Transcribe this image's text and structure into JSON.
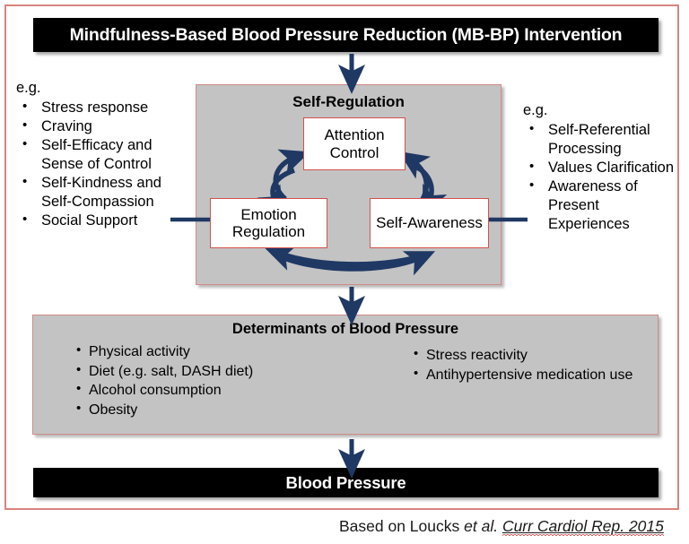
{
  "diagram": {
    "title": "Mindfulness-Based Blood Pressure Reduction (MB-BP) Intervention",
    "outcome": "Blood Pressure",
    "self_regulation": {
      "heading": "Self-Regulation",
      "nodes": [
        {
          "id": "attention-control",
          "label": "Attention Control"
        },
        {
          "id": "emotion-regulation",
          "label": "Emotion Regulation"
        },
        {
          "id": "self-awareness",
          "label": "Self-Awareness"
        }
      ]
    },
    "examples_left": {
      "label": "e.g.",
      "items": [
        "Stress response",
        "Craving",
        "Self-Efficacy and Sense of Control",
        "Self-Kindness and Self-Compassion",
        "Social Support"
      ]
    },
    "examples_right": {
      "label": "e.g.",
      "items": [
        "Self-Referential Processing",
        "Values Clarification",
        "Awareness of Present Experiences"
      ]
    },
    "determinants": {
      "heading": "Determinants of Blood Pressure",
      "column_1": [
        "Physical activity",
        "Diet (e.g. salt, DASH diet)",
        "Alcohol consumption",
        "Obesity"
      ],
      "column_2": [
        "Stress reactivity",
        "Antihypertensive medication use"
      ]
    },
    "citation": {
      "prefix": "Based on Loucks ",
      "et_al": "et al. ",
      "journal": "Curr Cardiol Rep. 2015"
    },
    "colors": {
      "frame_red": "#d9837f",
      "panel_grey": "#c3c3c3",
      "node_border_red": "#d4504c",
      "arrow_navy": "#1f3864",
      "banner_black": "#000000"
    }
  }
}
